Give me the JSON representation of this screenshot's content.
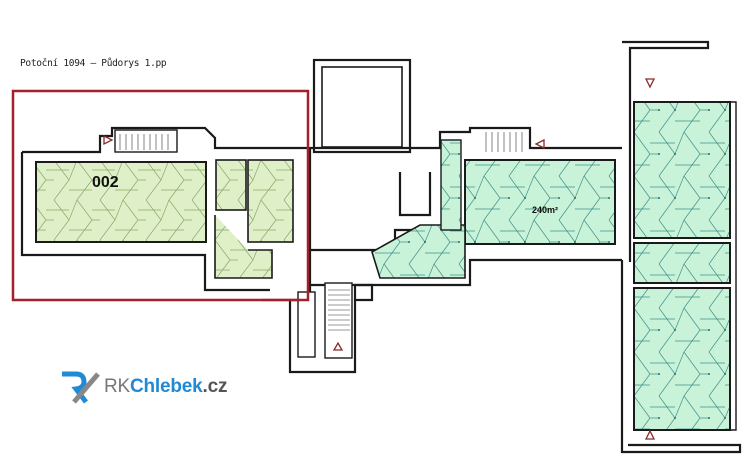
{
  "plan": {
    "title": "Potoční 1094 – Půdorys 1.pp",
    "unit_label": "002",
    "area_label": "240m²"
  },
  "logo": {
    "rk": "RK",
    "name": "Chlebek",
    "tld": ".cz"
  },
  "colors": {
    "wall": "#1a1a1a",
    "highlight_frame": "#a3202a",
    "unit_fill": "#dff0c8",
    "room_fill": "#c9f3d8",
    "pattern_line_unit": "#8aa86a",
    "pattern_line_room": "#3f8f8a",
    "arrow": "#8a2a2a",
    "logo_blue": "#1f8ad6",
    "logo_gray": "#777777"
  }
}
